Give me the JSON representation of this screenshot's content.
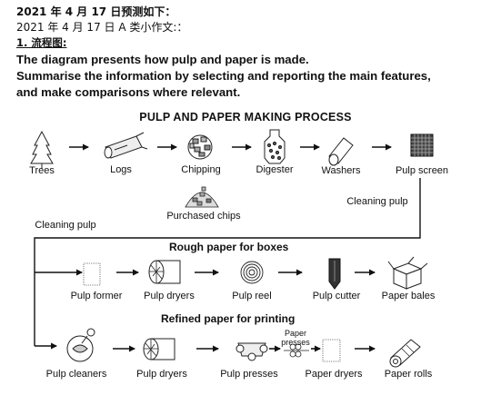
{
  "header": {
    "line1": "2021 年 4 月 17 日预测如下：",
    "line2": "2021 年 4 月 17 日 A 类小作文:：",
    "line3": "1. 流程图:"
  },
  "prompt": {
    "line1": "The diagram presents how pulp and paper is made.",
    "line2": "Summarise the information by selecting and reporting the main features,",
    "line3": "and make comparisons where relevant."
  },
  "diagram": {
    "title": "PULP AND PAPER MAKING PROCESS",
    "row1": [
      "Trees",
      "Logs",
      "Chipping",
      "Digester",
      "Washers",
      "Pulp screen"
    ],
    "purchased": "Purchased chips",
    "cleaning_pulp_right": "Cleaning pulp",
    "cleaning_pulp_left": "Cleaning pulp",
    "section_boxes": "Rough paper for boxes",
    "row2": [
      "Pulp former",
      "Pulp dryers",
      "Pulp reel",
      "Pulp cutter",
      "Paper bales"
    ],
    "section_printing": "Refined paper for printing",
    "paper_presses_small": [
      "Paper",
      "presses"
    ],
    "row3": [
      "Pulp cleaners",
      "Pulp dryers",
      "Pulp presses",
      "Paper dryers",
      "Paper rolls"
    ]
  }
}
